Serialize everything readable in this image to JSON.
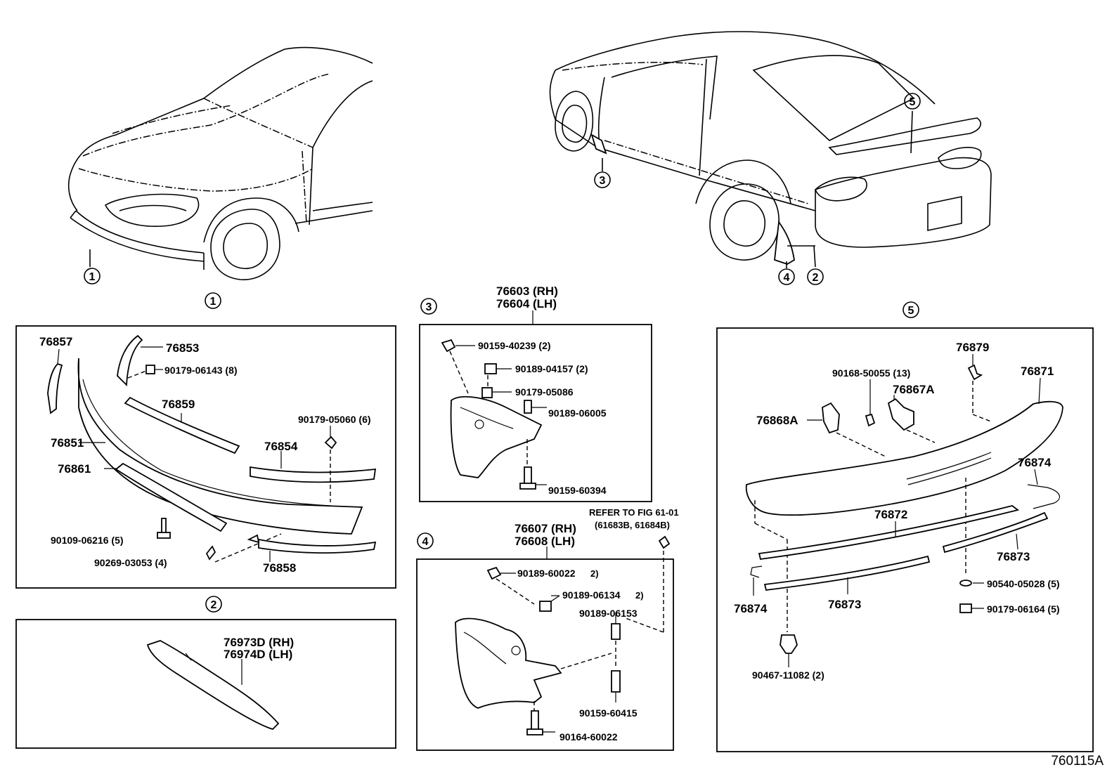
{
  "diagram": {
    "callouts": {
      "c1": "1",
      "c2": "2",
      "c3": "3",
      "c4": "4",
      "c5": "5"
    },
    "section1": {
      "p76857": "76857",
      "p76853": "76853",
      "p90179_06143": "90179-06143 (8)",
      "p76859": "76859",
      "p90179_05060": "90179-05060 (6)",
      "p76851": "76851",
      "p76854": "76854",
      "p76861": "76861",
      "p90109_06216": "90109-06216 (5)",
      "p90269_03053": "90269-03053 (4)",
      "p76858": "76858"
    },
    "section2": {
      "p76973D": "76973D (RH)",
      "p76974D": "76974D (LH)"
    },
    "section3": {
      "p76603": "76603 (RH)",
      "p76604": "76604 (LH)",
      "p90159_40239": "90159-40239 (2)",
      "p90189_04157": "90189-04157 (2)",
      "p90179_05086": "90179-05086",
      "p90189_06005": "90189-06005",
      "p90159_60394": "90159-60394"
    },
    "section4": {
      "refer1": "REFER TO FIG 61-01",
      "refer2": "(61683B, 61684B)",
      "p76607": "76607 (RH)",
      "p76608": "76608 (LH)",
      "p90189_60022a": "90189-60022",
      "p90189_60022a_q": "2)",
      "p90189_06134": "90189-06134",
      "p90189_06134_q": "2)",
      "p90189_06153": "90189-06153",
      "p90159_60415": "90159-60415",
      "p90164_60022": "90164-60022"
    },
    "section5": {
      "p76879": "76879",
      "p90168_50055": "90168-50055 (13)",
      "p76871": "76871",
      "p76867A": "76867A",
      "p76868A": "76868A",
      "p76874a": "76874",
      "p76872": "76872",
      "p76873a": "76873",
      "p90540_05028": "90540-05028 (5)",
      "p76874b": "76874",
      "p76873b": "76873",
      "p90179_06164": "90179-06164 (5)",
      "p90467_11082": "90467-11082 (2)"
    },
    "drawing_code": "760115A"
  }
}
